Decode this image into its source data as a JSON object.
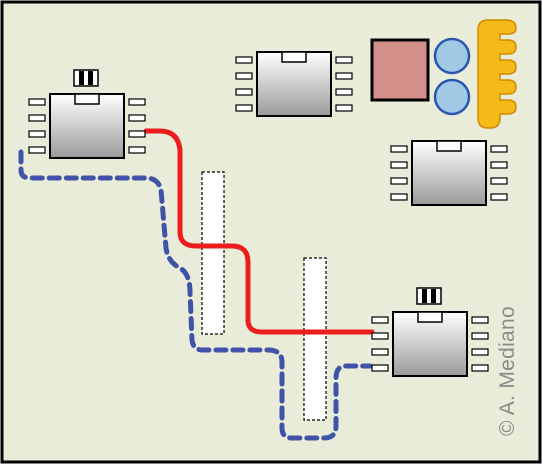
{
  "diagram": {
    "background": "#e8ecd8",
    "border": "#000000",
    "chip_gradient_top": "#ffffff",
    "chip_gradient_bottom": "#9a9a9a",
    "trace_color": "#ee1c1c",
    "dashed_trace_color": "#3f53a8",
    "pad_color": "#d48f8a",
    "via_color": "#9fc9e4",
    "heatsink_color": "#f5b918",
    "chips": [
      {
        "id": "chip-top-left",
        "has_cap": true
      },
      {
        "id": "chip-top-center",
        "has_cap": false
      },
      {
        "id": "chip-right-middle",
        "has_cap": false
      },
      {
        "id": "chip-bottom-right",
        "has_cap": true
      }
    ],
    "slots": 2
  },
  "credit": "© A. Mediano"
}
